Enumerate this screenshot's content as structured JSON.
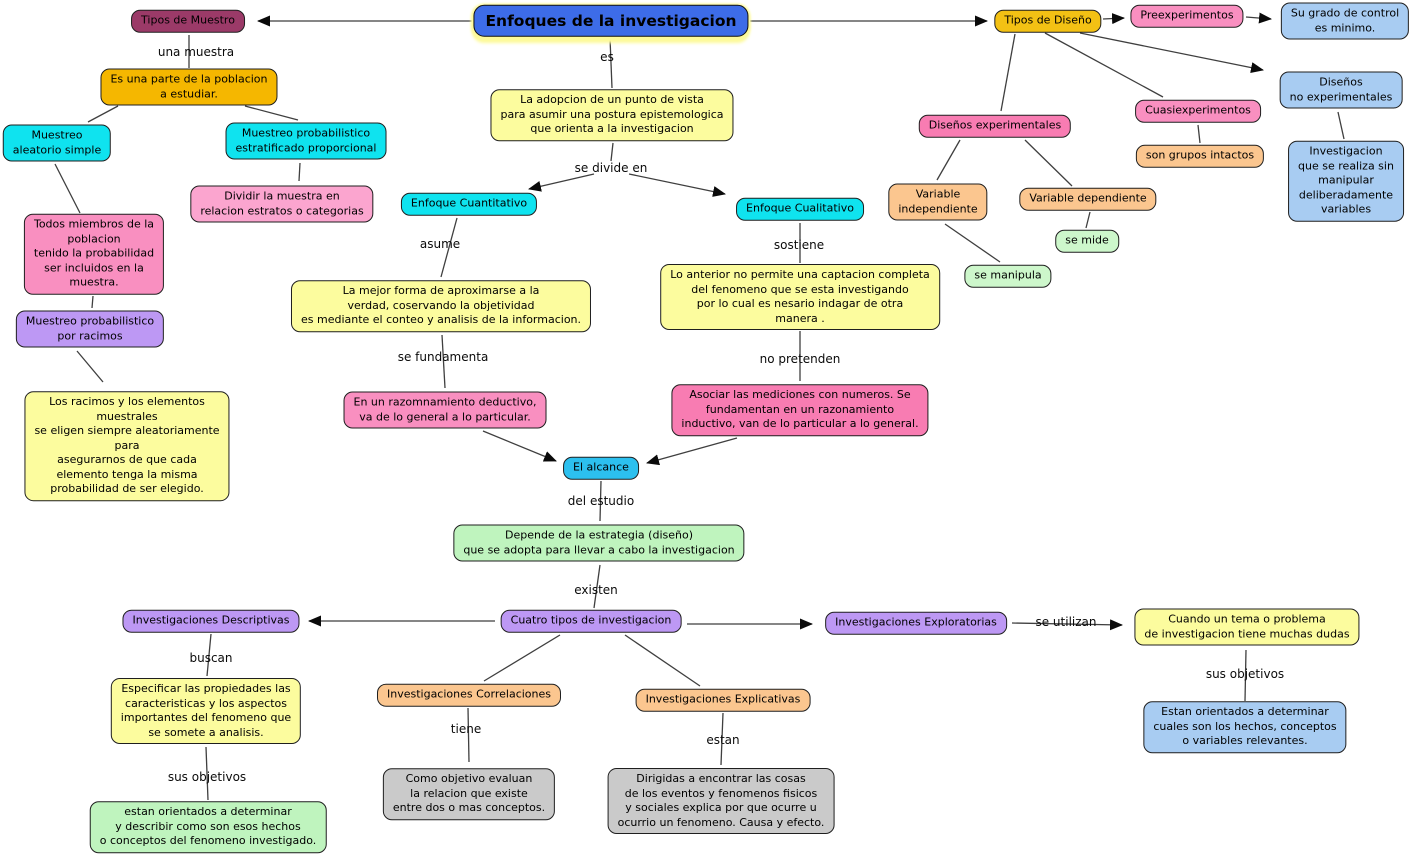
{
  "palette": {
    "title_blue": "#3D6CE8",
    "title_glow_yellow": "#FDFA9B",
    "maroon": "#9B3A68",
    "gold": "#F5B700",
    "cyan": "#0FE3EF",
    "pink_light": "#FBA5CF",
    "pink_mid": "#F98FC0",
    "pink_deep": "#F87CB2",
    "purple": "#BD98F4",
    "yellow": "#FCFC9E",
    "green": "#BFF4BE",
    "green_light": "#CDF7CB",
    "sky_blue": "#2CC0EF",
    "light_blue": "#A8CCF2",
    "peach": "#FBC68F",
    "gray": "#CACACA",
    "line": "#3F3F3F"
  },
  "nodes": {
    "titulo": {
      "text": "Enfoques de la investigacion"
    },
    "tipos_de_muestro": {
      "text": "Tipos de Muestro"
    },
    "tipos_de_diseno": {
      "text": "Tipos de Diseño"
    },
    "preexperimentos": {
      "text": "Preexperimentos"
    },
    "su_grado": {
      "text": "Su grado de control\nes minimo."
    },
    "es_una_parte": {
      "text": "Es una parte de la poblacion\na estudiar."
    },
    "muestreo_aleatorio": {
      "text": "Muestreo\naleatorio simple"
    },
    "muestreo_estratificado": {
      "text": "Muestreo probabilistico\nestratificado proporcional"
    },
    "dividir_muestra": {
      "text": "Dividir la muestra en\nrelacion estratos o categorias"
    },
    "todos_miembros": {
      "text": "Todos miembros de la\npoblacion\ntenido la probabilidad\nser incluidos en la\nmuestra."
    },
    "muestreo_racimos": {
      "text": "Muestreo probabilistico\npor racimos"
    },
    "los_racimos": {
      "text": "Los racimos y los elementos\nmuestrales\nse eligen siempre aleatoriamente\npara\nasegurarnos de que cada\nelemento tenga la misma\nprobabilidad de ser elegido."
    },
    "la_adopcion": {
      "text": "La adopcion de un punto de vista\npara asumir una postura epistemologica\nque orienta a la investigacion"
    },
    "enfoque_cuantitativo": {
      "text": "Enfoque Cuantitativo"
    },
    "enfoque_cualitativo": {
      "text": "Enfoque Cualitativo"
    },
    "la_mejor_forma": {
      "text": "La mejor forma de aproximarse a la\nverdad, coservando la objetividad\nes mediante el conteo y analisis de la informacion."
    },
    "en_un_razonamiento": {
      "text": "En un razomnamiento deductivo,\nva de lo general a lo particular."
    },
    "lo_anterior": {
      "text": "Lo anterior no permite una captacion completa\ndel fenomeno que se esta investigando\npor lo cual es nesario indagar de otra\nmanera ."
    },
    "asociar": {
      "text": "Asociar las mediciones con numeros. Se\nfundamentan en un razonamiento\ninductivo, van de lo particular a lo general."
    },
    "el_alcance": {
      "text": "El alcance"
    },
    "depende": {
      "text": "Depende de la estrategia (diseño)\nque se adopta para llevar a cabo la investigacion"
    },
    "cuatro_tipos": {
      "text": "Cuatro tipos de investigacion"
    },
    "inv_descriptivas": {
      "text": "Investigaciones Descriptivas"
    },
    "especificar": {
      "text": "Especificar las propiedades las\ncaracteristicas y los aspectos\nimportantes del fenomeno que\nse somete a analisis."
    },
    "estan_orientados_izq": {
      "text": "estan orientados a determinar\ny describir como son esos hechos\no conceptos del fenomeno investigado."
    },
    "inv_correlaciones": {
      "text": "Investigaciones Correlaciones"
    },
    "como_objetivo": {
      "text": "Como objetivo evaluan\nla relacion que existe\nentre dos o mas conceptos."
    },
    "inv_explicativas": {
      "text": "Investigaciones Explicativas"
    },
    "dirigidas": {
      "text": "Dirigidas a encontrar las cosas\nde los eventos y fenomenos fisicos\ny sociales explica por que ocurre u\nocurrio un fenomeno. Causa y efecto."
    },
    "inv_exploratorias": {
      "text": "Investigaciones Exploratorias"
    },
    "cuando_un_tema": {
      "text": "Cuando un tema o problema\nde investigacion tiene muchas dudas"
    },
    "estan_orientados_der": {
      "text": "Estan orientados a determinar\ncuales son los hechos, conceptos\no variables relevantes."
    },
    "disenos_experimentales": {
      "text": "Diseños experimentales"
    },
    "cuasiexperimentos": {
      "text": "Cuasiexperimentos"
    },
    "son_grupos": {
      "text": "son grupos intactos"
    },
    "disenos_no_exp": {
      "text": "Diseños\nno experimentales"
    },
    "investigacion_sin": {
      "text": "Investigacion\nque se realiza sin\nmanipular\ndeliberadamente\nvariables"
    },
    "variable_indep": {
      "text": "Variable\nindependiente"
    },
    "variable_dep": {
      "text": "Variable dependiente"
    },
    "se_mide": {
      "text": "se mide"
    },
    "se_manipula": {
      "text": "se manipula"
    }
  },
  "labels": {
    "una_muestra": {
      "text": "una muestra"
    },
    "es": {
      "text": "es"
    },
    "se_divide_en": {
      "text": "se divide en"
    },
    "asume": {
      "text": "asume"
    },
    "se_fundamenta": {
      "text": "se fundamenta"
    },
    "sostiene": {
      "text": "sostiene"
    },
    "no_pretenden": {
      "text": "no pretenden"
    },
    "del_estudio": {
      "text": "del estudio"
    },
    "existen": {
      "text": "existen"
    },
    "buscan": {
      "text": "buscan"
    },
    "sus_objetivos_izq": {
      "text": "sus objetivos"
    },
    "tiene": {
      "text": "tiene"
    },
    "estan": {
      "text": "estan"
    },
    "se_utilizan": {
      "text": "se utilizan"
    },
    "sus_objetivos_der": {
      "text": "sus objetivos"
    }
  }
}
